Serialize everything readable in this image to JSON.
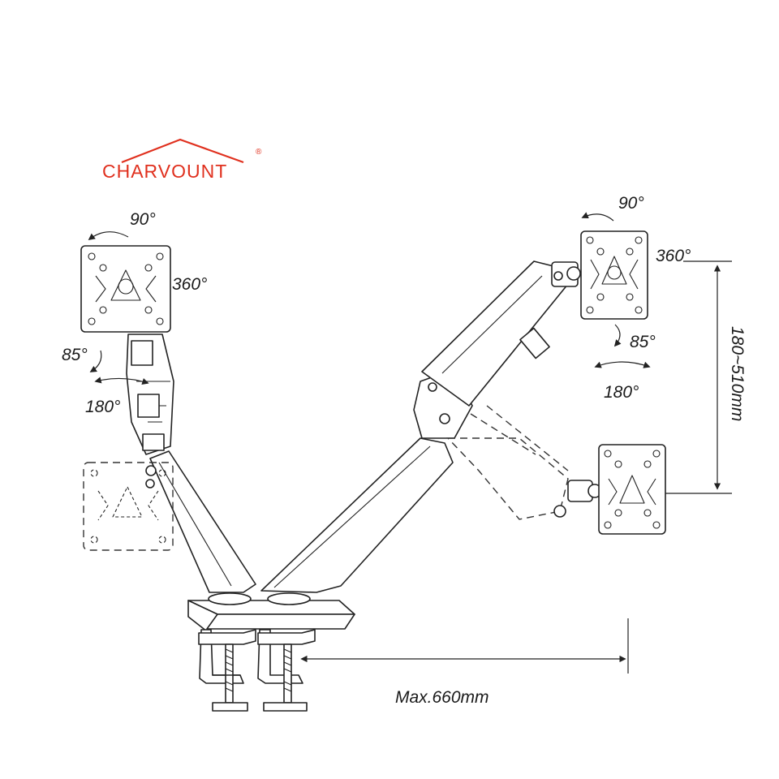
{
  "brand": {
    "logo_text": "CHARVOUNT",
    "registered_mark": "®",
    "logo_color": "#e0301e"
  },
  "left_monitor": {
    "tilt_top": "90°",
    "rotate": "360°",
    "tilt": "85°",
    "swivel": "180°"
  },
  "right_monitor": {
    "tilt_top": "90°",
    "rotate": "360°",
    "tilt": "85°",
    "swivel": "180°"
  },
  "dimensions": {
    "height_range": "180~510mm",
    "max_reach": "Max.660mm"
  }
}
